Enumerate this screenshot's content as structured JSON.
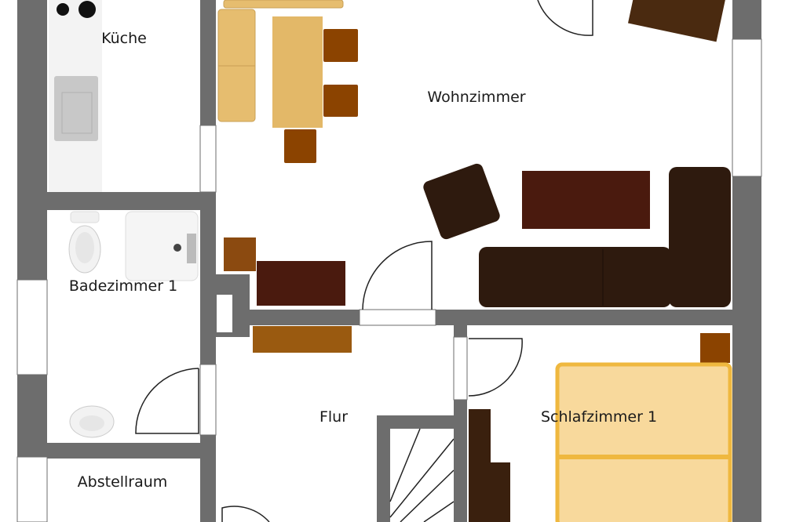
{
  "rooms": {
    "kitchen": "Küche",
    "living": "Wohnzimmer",
    "bath": "Badezimmer 1",
    "hall": "Flur",
    "bedroom": "Schlafzimmer 1",
    "storage": "Abstellraum"
  },
  "colors": {
    "wall": "#6d6d6d",
    "light_wood": "#e6bd6f",
    "medium_wood": "#8b4300",
    "dark_wood": "#4a1a0e",
    "leather": "#2e1a0e",
    "bed": "#f8d99c",
    "bed_frame": "#efb83f"
  }
}
